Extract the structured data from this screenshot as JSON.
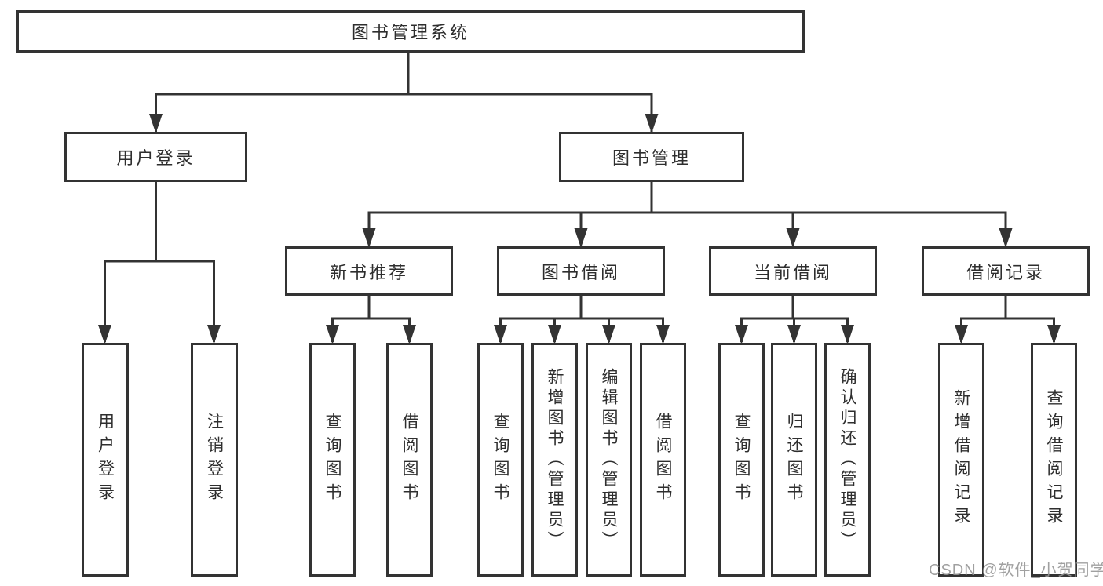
{
  "nodes": {
    "root": "图书管理系统",
    "user_login": "用户登录",
    "book_management": "图书管理",
    "new_book_recommend": "新书推荐",
    "book_borrow": "图书借阅",
    "current_borrow": "当前借阅",
    "borrow_record": "借阅记录",
    "leaf_user_login": "用户登录",
    "leaf_logout_login": "注销登录",
    "leaf_rec_query_book": "查询图书",
    "leaf_rec_borrow_book": "借阅图书",
    "leaf_bb_query_book": "查询图书",
    "leaf_bb_add_book_admin": "新增图书（管理员）",
    "leaf_bb_edit_book_admin": "编辑图书（管理员）",
    "leaf_bb_borrow_book": "借阅图书",
    "leaf_cb_query_book": "查询图书",
    "leaf_cb_return_book": "归还图书",
    "leaf_cb_confirm_return_admin": "确认归还（管理员）",
    "leaf_br_add_record": "新增借阅记录",
    "leaf_br_query_record": "查询借阅记录"
  },
  "watermark": "CSDN @软件_小贺同学",
  "colors": {
    "line": "#333333",
    "text": "#2e2e2e",
    "watermark": "#969696",
    "background": "#ffffff"
  }
}
